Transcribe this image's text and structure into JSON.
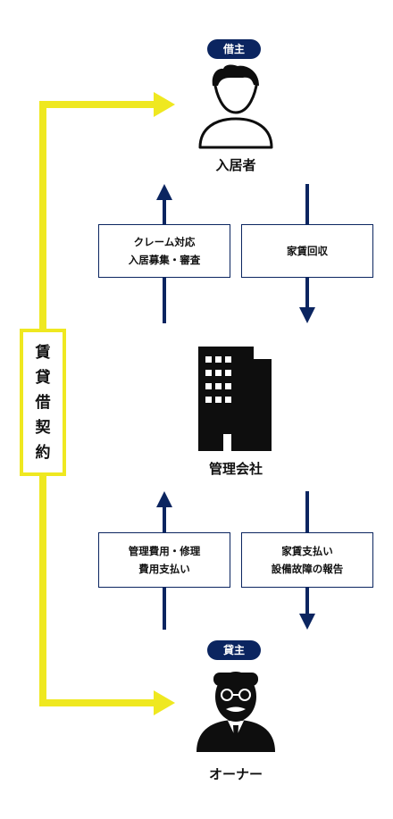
{
  "colors": {
    "navy": "#0b2560",
    "yellow": "#efe820",
    "figure": "#0e0e0e"
  },
  "tenant": {
    "pill": "借主",
    "label": "入居者",
    "icon": "tenant-person-icon"
  },
  "company": {
    "label": "管理会社",
    "icon": "building-icon"
  },
  "owner": {
    "pill": "貸主",
    "label": "オーナー",
    "icon": "owner-person-icon"
  },
  "contract": {
    "chars": [
      "賃",
      "貸",
      "借",
      "契",
      "約"
    ]
  },
  "boxes": {
    "company_to_tenant": [
      "クレーム対応",
      "入居募集・審査"
    ],
    "tenant_to_company": [
      "家賃回収"
    ],
    "owner_to_company": [
      "管理費用・修理",
      "費用支払い"
    ],
    "company_to_owner": [
      "家賃支払い",
      "設備故障の報告"
    ]
  }
}
